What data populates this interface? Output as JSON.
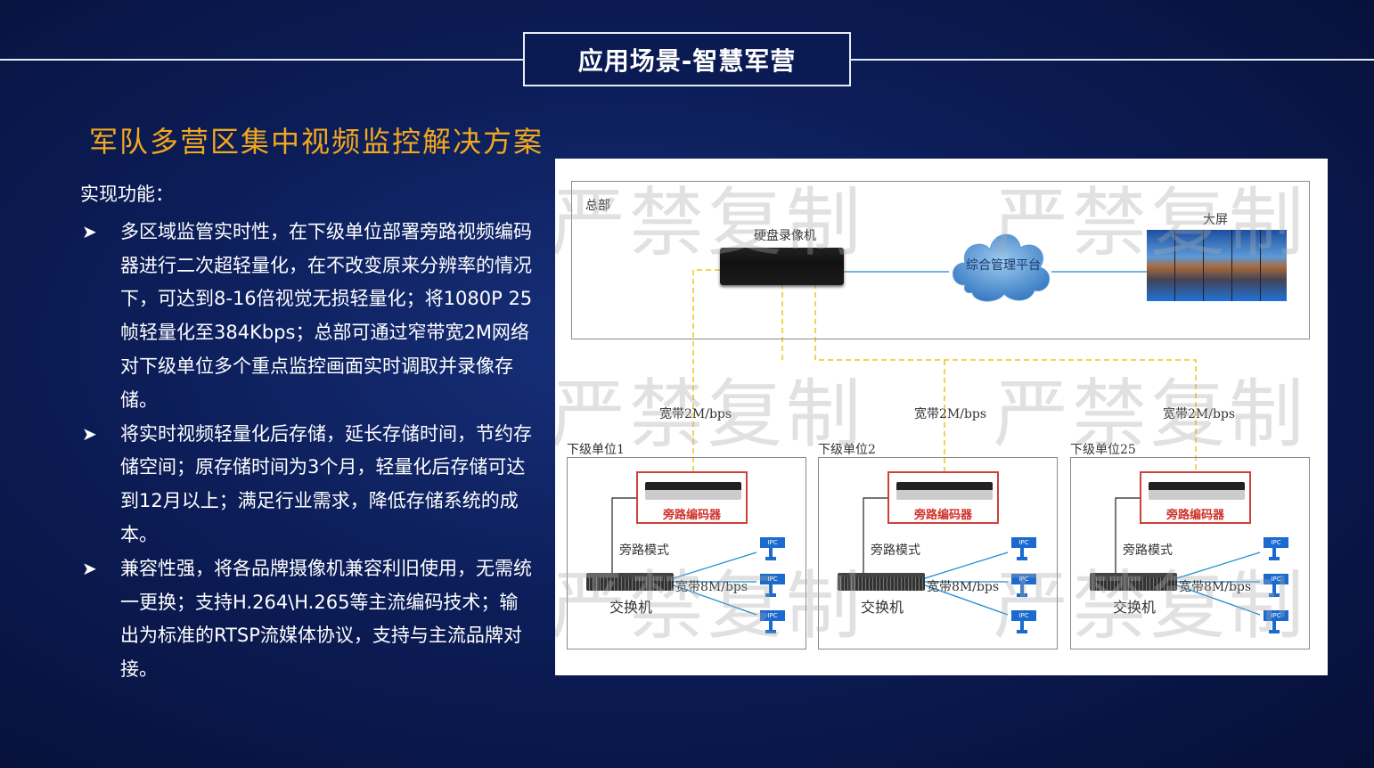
{
  "slide": {
    "title": "应用场景-智慧军营",
    "subtitle": "军队多营区集中视频监控解决方案",
    "section_heading": "实现功能：",
    "bullets": [
      "多区域监管实时性，在下级单位部署旁路视频编码器进行二次超轻量化，在不改变原来分辨率的情况下，可达到8-16倍视觉无损轻量化；将1080P 25帧轻量化至384Kbps；总部可通过窄带宽2M网络对下级单位多个重点监控画面实时调取并录像存储。",
      "将实时视频轻量化后存储，延长存储时间，节约存储空间；原存储时间为3个月，轻量化后存储可达到12月以上；满足行业需求，降低存储系统的成本。",
      "兼容性强，将各品牌摄像机兼容利旧使用，无需统一更换；支持H.264\\H.265等主流编码技术；输出为标准的RTSP流媒体协议，支持与主流品牌对接。"
    ],
    "bullet_icon": "arrowhead-icon"
  },
  "diagram": {
    "watermark": "严禁复制",
    "hq": {
      "label": "总部",
      "dvr_label": "硬盘录像机",
      "platform_label": "综合管理平台",
      "screen_label": "大屏"
    },
    "units": [
      {
        "label": "下级单位1",
        "uplink": "宽带2M/bps"
      },
      {
        "label": "下级单位2",
        "uplink": "宽带2M/bps"
      },
      {
        "label": "下级单位25",
        "uplink": "宽带2M/bps"
      }
    ],
    "unit_common": {
      "encoder_label": "旁路编码器",
      "mode_label": "旁路模式",
      "switch_label": "交换机",
      "camera_link": "宽带8M/bps",
      "camera_label": "IPC"
    },
    "colors": {
      "accent": "#f2a81e",
      "encoder_border": "#d0403a",
      "link": "#1a8ad0",
      "uplink": "#f0c419"
    }
  }
}
